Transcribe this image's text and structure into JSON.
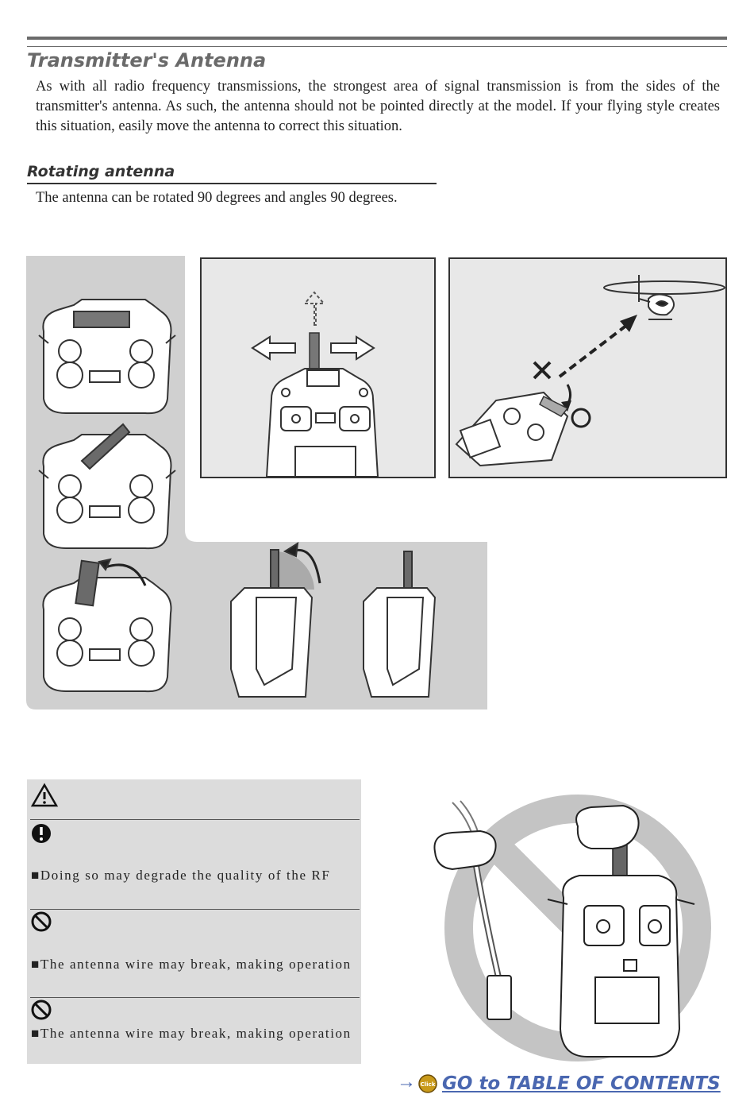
{
  "page": {
    "title": "Transmitter's Antenna",
    "intro": "As with all radio frequency transmissions, the strongest area of signal transmission is from the sides of the transmitter's antenna. As such, the antenna should not be pointed directly at the model. If your flying style creates this situation, easily move the antenna to correct this situation.",
    "section_title": "Rotating antenna",
    "section_text": "The antenna can be rotated 90 degrees and angles 90 degrees."
  },
  "warnings": {
    "item1_text": "■Doing so may degrade the quality of the RF",
    "item2_text": "■The antenna wire may break, making operation",
    "item3_text": "■The antenna wire may break, making operation"
  },
  "toc": {
    "arrow": "→",
    "badge": "Click",
    "label": "GO to TABLE OF CONTENTS"
  },
  "colors": {
    "heading": "#6a6a6a",
    "link": "#4a67b0",
    "panel": "#d0d0d0",
    "warning_box": "#dcdcdc"
  }
}
